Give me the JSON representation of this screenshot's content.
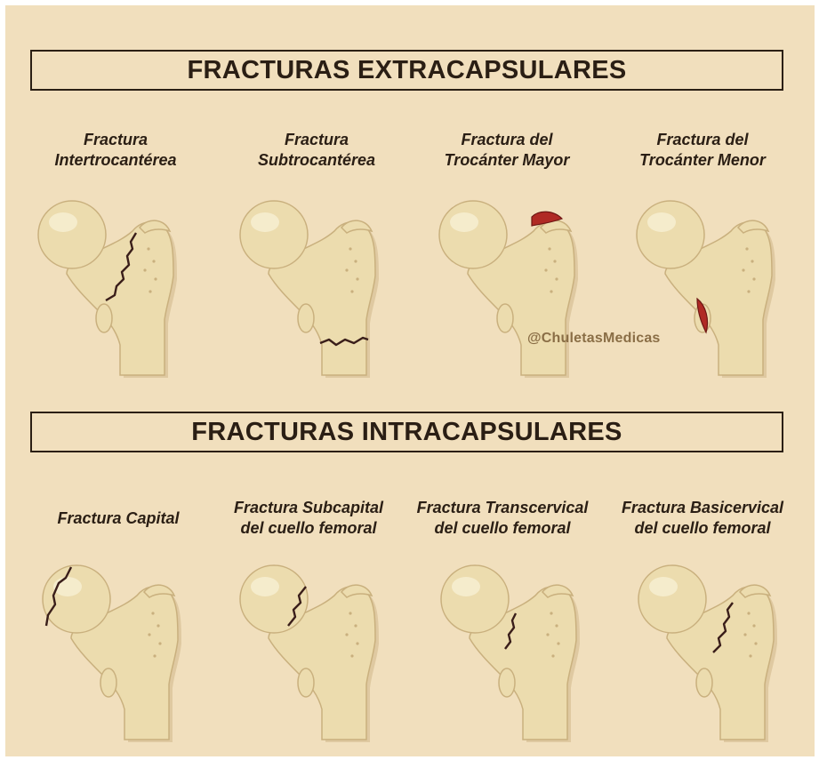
{
  "sections": {
    "extracapsular": {
      "title": "FRACTURAS EXTRACAPSULARES",
      "items": [
        {
          "caption": "Fractura\nIntertrocantérea",
          "fracture_type": "intertrochanteric"
        },
        {
          "caption": "Fractura\nSubtrocantérea",
          "fracture_type": "subtrochanteric"
        },
        {
          "caption": "Fractura del\nTrocánter Mayor",
          "fracture_type": "greater-trochanter"
        },
        {
          "caption": "Fractura del\nTrocánter Menor",
          "fracture_type": "lesser-trochanter"
        }
      ]
    },
    "intracapsular": {
      "title": "FRACTURAS INTRACAPSULARES",
      "items": [
        {
          "caption": "Fractura Capital",
          "fracture_type": "capital"
        },
        {
          "caption": "Fractura Subcapital\ndel cuello femoral",
          "fracture_type": "subcapital"
        },
        {
          "caption": "Fractura Transcervical\ndel cuello femoral",
          "fracture_type": "transcervical"
        },
        {
          "caption": "Fractura Basicervical\ndel cuello femoral",
          "fracture_type": "basicervical"
        }
      ]
    }
  },
  "watermark": "@ChuletasMedicas",
  "colors": {
    "background": "#f1dfbd",
    "bone": "#ecdcae",
    "bone_shadow": "#c9b07e",
    "fracture_line": "#3a1e1a",
    "fragment": "#b02a25"
  }
}
